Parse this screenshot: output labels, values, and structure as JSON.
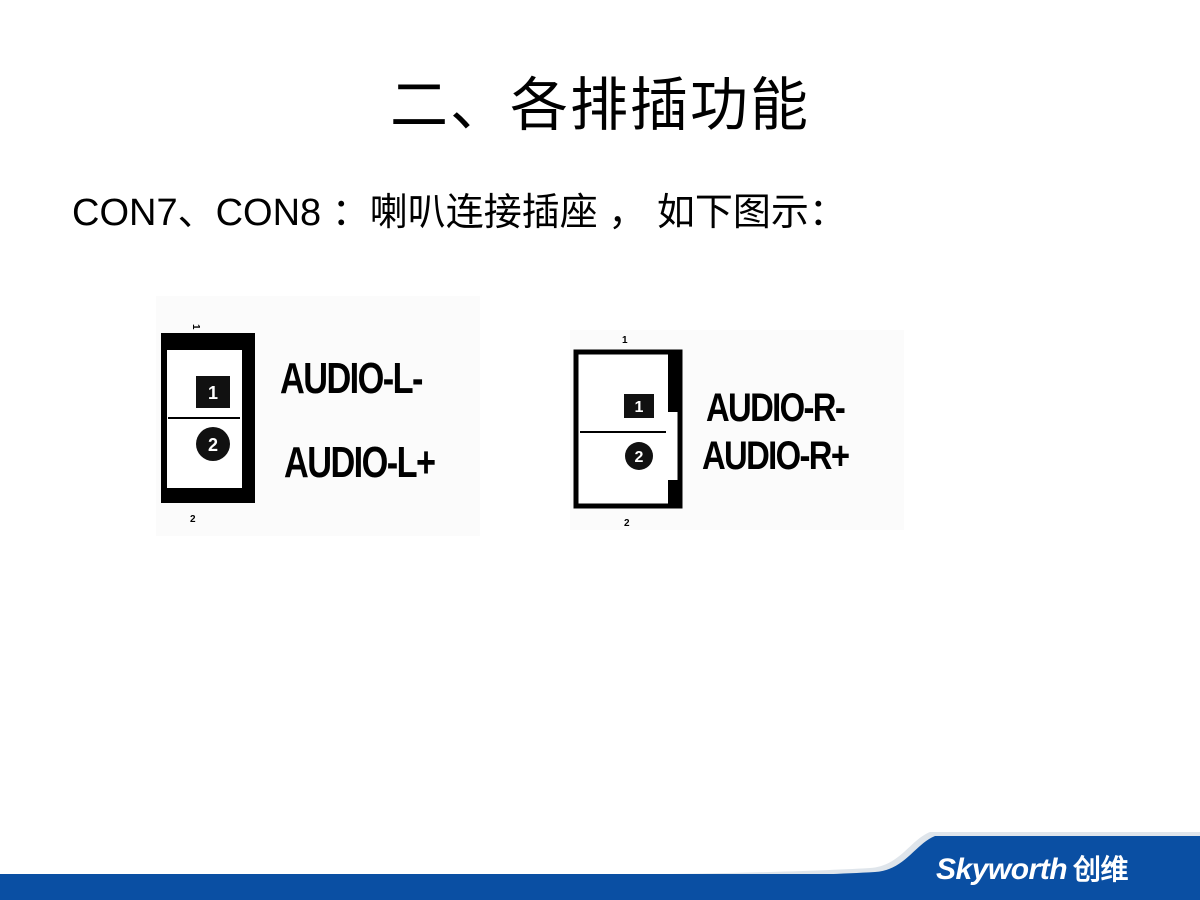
{
  "slide": {
    "title": "二、各排插功能",
    "subtitle": "CON7、CON8 ：喇叭连接插座 ， 如下图示："
  },
  "connectors": [
    {
      "pin1_marker": "1",
      "pin2_marker": "2",
      "pins": [
        {
          "number": "1",
          "signal": "AUDIO-L-"
        },
        {
          "number": "2",
          "signal": "AUDIO-L+"
        }
      ]
    },
    {
      "pin1_marker": "1",
      "pin2_marker": "2",
      "pins": [
        {
          "number": "1",
          "signal": "AUDIO-R-"
        },
        {
          "number": "2",
          "signal": "AUDIO-R+"
        }
      ]
    }
  ],
  "footer": {
    "brand": "Skyworth",
    "brand_cn": "创维",
    "accent_color": "#0a4fa3"
  }
}
